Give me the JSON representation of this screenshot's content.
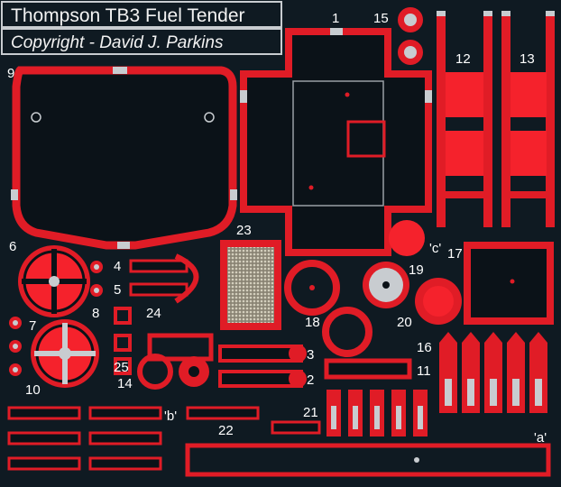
{
  "title": "Thompson TB3 Fuel Tender",
  "copyright": "Copyright - David J. Parkins",
  "part_labels": {
    "p1": "1",
    "p2": "2",
    "p3": "3",
    "p4": "4",
    "p5": "5",
    "p6": "6",
    "p7": "7",
    "p8": "8",
    "p9": "9",
    "p10": "10",
    "p11": "11",
    "p12": "12",
    "p13": "13",
    "p14": "14",
    "p15": "15",
    "p16": "16",
    "p17": "17",
    "p18": "18",
    "p19": "19",
    "p20": "20",
    "p21": "21",
    "p22": "22",
    "p23": "23",
    "p24": "24",
    "p25": "25",
    "pa": "'a'",
    "pb": "'b'",
    "pc": "'c'"
  },
  "colors": {
    "background": "#0f1a22",
    "etch_red": "#e01c26",
    "bright_red": "#f5222c",
    "metal_silver": "#c8ccd0",
    "mesh": "#b9b3a0"
  }
}
